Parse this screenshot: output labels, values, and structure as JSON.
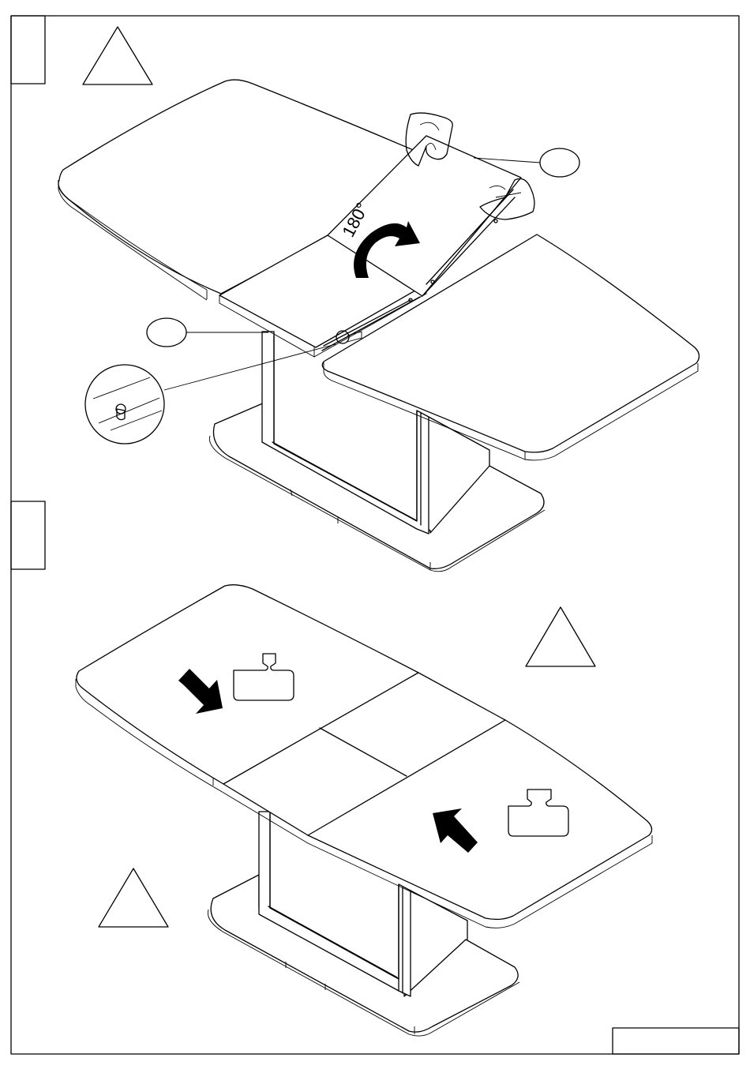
{
  "document": {
    "rotation_label": "180°",
    "colors": {
      "line": "#000000",
      "background": "#ffffff"
    },
    "icons": [
      "warning-triangle",
      "curved-rotation-arrow",
      "push-arrow",
      "hand",
      "weight-tag",
      "detail-magnifier"
    ]
  }
}
